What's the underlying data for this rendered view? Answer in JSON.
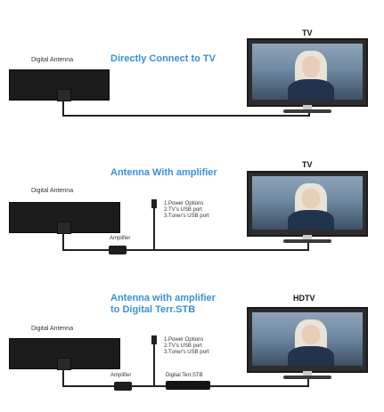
{
  "panel1": {
    "antenna_label": "Digital Antenna",
    "heading": "Directly Connect to TV",
    "tv_label": "TV"
  },
  "panel2": {
    "antenna_label": "Digital Antenna",
    "heading": "Antenna With amplifier",
    "tv_label": "TV",
    "amplifier_label": "Amplifier",
    "power_options": [
      "1.Power Options",
      "2.TV's USB port",
      "3.Tuner's USB port"
    ]
  },
  "panel3": {
    "antenna_label": "Digital Antenna",
    "heading_line1": "Antenna with amplifier",
    "heading_line2": "to Digital Terr.STB",
    "tv_label": "HDTV",
    "amplifier_label": "Amplifier",
    "stb_label": "Digital Terr.STB",
    "power_options": [
      "1.Power Options",
      "2.TV's USB port",
      "3.Tuner's USB port"
    ]
  }
}
